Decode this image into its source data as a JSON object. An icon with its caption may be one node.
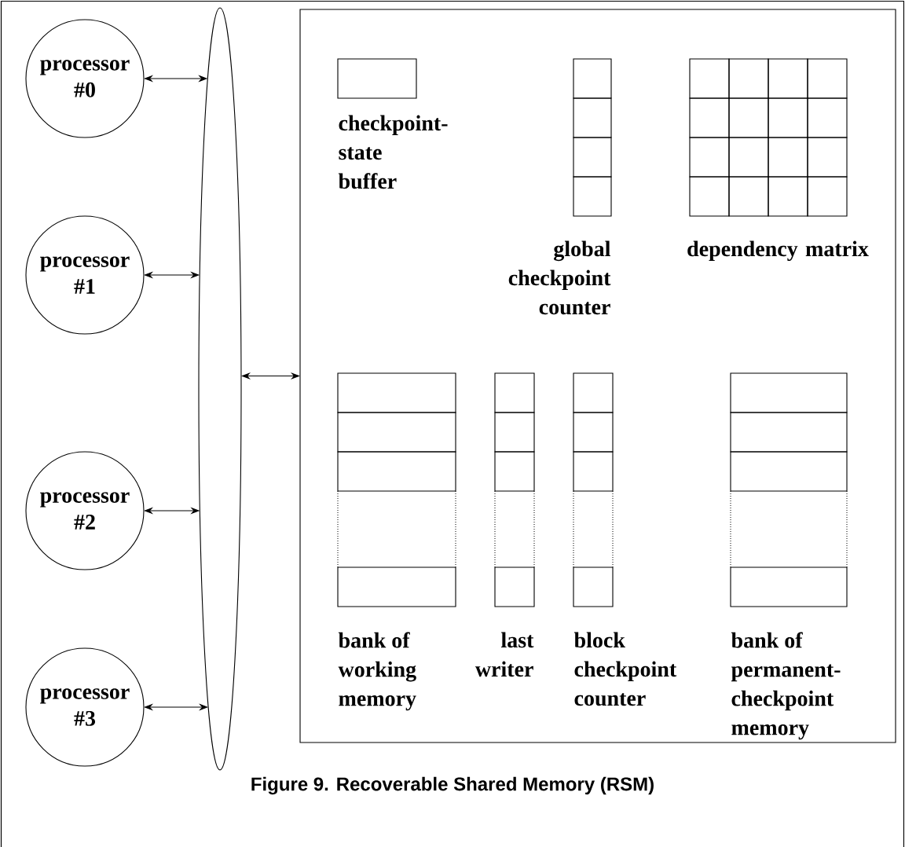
{
  "diagram": {
    "caption": "Figure 9.  Recoverable Shared Memory (RSM)",
    "nodes": [
      {
        "text": [
          "processor #0"
        ]
      },
      {
        "text": [
          "processor #1"
        ]
      },
      {
        "text": [
          "processor #2"
        ]
      },
      {
        "text": [
          "processor #3"
        ]
      },
      {
        "text": [],
        "shape": "ellipse"
      },
      {
        "text": [],
        "shape": "box"
      },
      {
        "text": [
          "checkpoint-state buffer"
        ],
        "in": 5
      },
      {
        "text": [
          "global checkpoint counter"
        ],
        "in": 5
      },
      {
        "text": [
          "dependency matrix"
        ],
        "in": 5
      },
      {
        "text": [
          "bank of working memory"
        ],
        "in": 5
      },
      {
        "text": [
          "last writer"
        ],
        "in": 5
      },
      {
        "text": [
          "block checkpoint counter"
        ],
        "in": 5
      },
      {
        "text": [
          "bank of permanent-checkpoint memory"
        ],
        "in": 5
      }
    ],
    "edges": [
      {
        "from": 0,
        "to": 4,
        "arrow": "both"
      },
      {
        "from": 1,
        "to": 4,
        "arrow": "both"
      },
      {
        "from": 2,
        "to": 4,
        "arrow": "both"
      },
      {
        "from": 3,
        "to": 4,
        "arrow": "both"
      },
      {
        "from": 4,
        "to": 5,
        "arrow": "both"
      }
    ]
  }
}
